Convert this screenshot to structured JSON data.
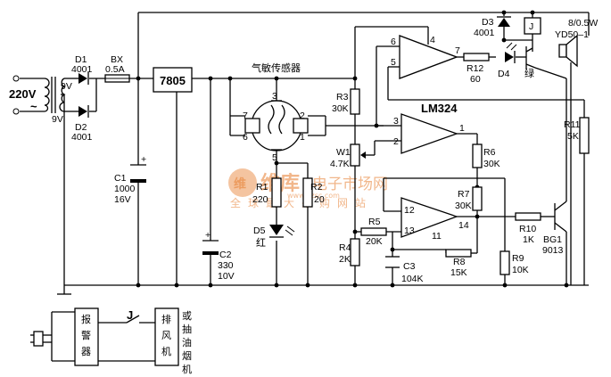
{
  "watermark": {
    "title": "维库",
    "sub": "电子市场网",
    "url": "www.dzsc.com",
    "slogan": "全球最大采购网站"
  },
  "labels": {
    "mains": "220V",
    "tilde": "~",
    "sec_top": "9V",
    "sec_bot": "9V",
    "d1": "D1",
    "d1_part": "4001",
    "d2": "D2",
    "d2_part": "4001",
    "bx": "BX",
    "bx_value": "0.5A",
    "c1": "C1",
    "c1_value": "1000",
    "c1_voltage": "16V",
    "regulator": "7805",
    "c2": "C2",
    "c2_value": "330",
    "c2_voltage": "10V",
    "sensor": "气敏传感器",
    "pin1": "1",
    "pin2": "2",
    "pin3": "3",
    "pin5": "5",
    "pin6": "6",
    "pin7": "7",
    "r1": "R1",
    "r1_value": "220",
    "r2": "R2",
    "r2_value": "20",
    "d5": "D5",
    "d5_color": "红",
    "r3": "R3",
    "r3_value": "30K",
    "w1": "W1",
    "w1_value": "4.7K",
    "r4": "R4",
    "r4_value": "2K",
    "lm324": "LM324",
    "op1_pin4": "4",
    "op1_pin5": "5",
    "op1_pin6": "6",
    "op1_pin7": "7",
    "op2_pin1": "1",
    "op2_pin2": "2",
    "op2_pin3": "3",
    "op3_pin11": "11",
    "op3_pin12": "12",
    "op3_pin13": "13",
    "op3_pin14": "14",
    "r12": "R12",
    "r12_value": "60",
    "d4": "D4",
    "d4_color": "绿",
    "d3": "D3",
    "d3_part": "4001",
    "relay": "J",
    "speaker_rating": "8/0.5W",
    "speaker_part": "YD50–1",
    "r11": "R11",
    "r11_value": "5K",
    "r6": "R6",
    "r6_value": "30K",
    "r7": "R7",
    "r7_value": "30K",
    "r5": "R5",
    "r5_value": "20K",
    "c3": "C3",
    "c3_value": "104K",
    "r8": "R8",
    "r8_value": "15K",
    "r9": "R9",
    "r9_value": "10K",
    "r10": "R10",
    "r10_value": "1K",
    "bg1": "BG1",
    "bg1_part": "9013",
    "alarm_1": "报",
    "alarm_2": "警",
    "alarm_3": "器",
    "switch_j": "J",
    "fan_1": "排",
    "fan_2": "风",
    "fan_3": "机",
    "hood_1": "或",
    "hood_2": "抽",
    "hood_3": "油",
    "hood_4": "烟",
    "hood_5": "机"
  }
}
